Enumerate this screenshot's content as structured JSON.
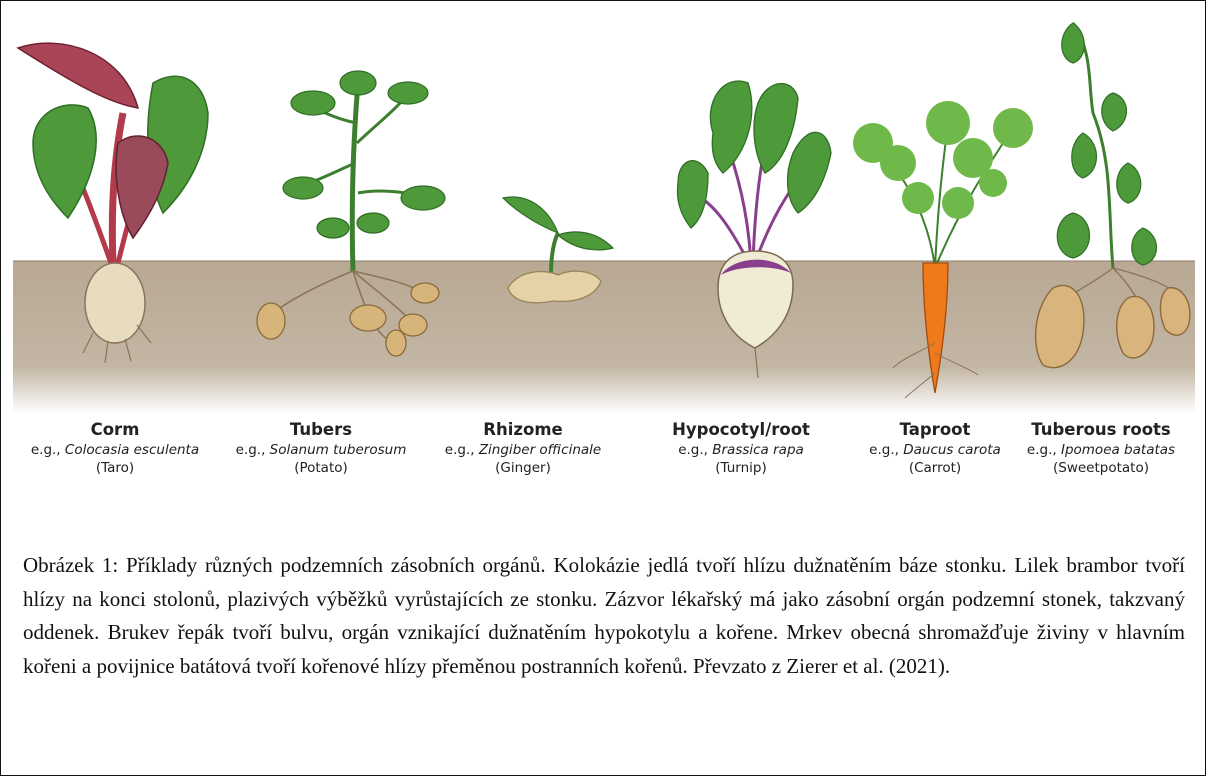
{
  "organs": [
    {
      "name": "Corm",
      "eg_prefix": "e.g., ",
      "species": "Colocasia esculenta",
      "common": "(Taro)"
    },
    {
      "name": "Tubers",
      "eg_prefix": "e.g., ",
      "species": "Solanum tuberosum",
      "common": "(Potato)"
    },
    {
      "name": "Rhizome",
      "eg_prefix": "e.g., ",
      "species": "Zingiber officinale",
      "common": "(Ginger)"
    },
    {
      "name": "Hypocotyl/root",
      "eg_prefix": "e.g., ",
      "species": "Brassica rapa",
      "common": "(Turnip)"
    },
    {
      "name": "Taproot",
      "eg_prefix": "e.g., ",
      "species": "Daucus carota",
      "common": "(Carrot)"
    },
    {
      "name": "Tuberous roots",
      "eg_prefix": "e.g., ",
      "species": "Ipomoea batatas",
      "common": "(Sweetpotato)"
    }
  ],
  "caption": "Obrázek 1: Příklady různých podzemních zásobních orgánů. Kolokázie jedlá tvoří hlízu dužnatěním báze stonku. Lilek brambor tvoří hlízy na konci stolonů, plazivých výběžků vyrůstajících ze stonku. Zázvor lékařský má jako zásobní orgán podzemní stonek, takzvaný oddenek. Brukev řepák tvoří bulvu, orgán vznikající dužnatěním hypokotylu a kořene. Mrkev obecná shromažďuje živiny v hlavním kořeni a povijnice batátová tvoří kořenové hlízy přeměnou postranních kořenů. Převzato z Zierer et al. (2021).",
  "colors": {
    "soil": "#bfb09e",
    "soil_dark": "#a89882",
    "leaf": "#4e9a3a",
    "leaf_dark": "#2f6e25",
    "stem": "#3c7f2e",
    "taro_stem": "#b23a4a",
    "potato": "#d7b57a",
    "ginger": "#e5d2a6",
    "turnip_top": "#8a3f8e",
    "turnip": "#efebd4",
    "carrot": "#ee7a1c",
    "sweetpotato": "#d9b47c",
    "root": "#8a7358"
  }
}
